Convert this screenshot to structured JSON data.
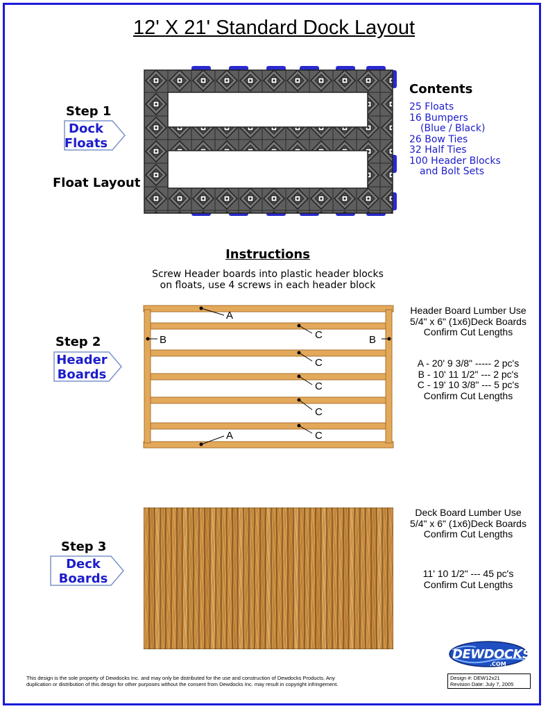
{
  "title": "12' X 21' Standard Dock Layout",
  "step1": {
    "label": "Step 1",
    "tag_line1": "Dock",
    "tag_line2": "Floats",
    "caption": "Float Layout"
  },
  "contents": {
    "title": "Contents",
    "items": [
      "25 Floats",
      "16 Bumpers",
      "(Blue / Black)",
      "26 Bow Ties",
      "32 Half Ties",
      "100 Header Blocks",
      "and Bolt Sets"
    ]
  },
  "instructions": {
    "title": "Instructions",
    "line1": "Screw Header boards into plastic header blocks",
    "line2": "on floats, use 4 screws in each header block"
  },
  "step2": {
    "label": "Step 2",
    "tag_line1": "Header",
    "tag_line2": "Boards",
    "spec_lines": [
      "Header Board Lumber Use",
      "5/4\" x 6\" (1x6)Deck Boards",
      "Confirm Cut Lengths"
    ],
    "cut_lines": [
      "A - 20' 9 3/8\" ----- 2 pc's",
      "B - 10' 11 1/2\" --- 2 pc's",
      "C - 19' 10 3/8\" --- 5 pc's",
      "Confirm Cut Lengths"
    ],
    "labels": {
      "a": "A",
      "b": "B",
      "c": "C"
    }
  },
  "step3": {
    "label": "Step 3",
    "tag_line1": "Deck",
    "tag_line2": "Boards",
    "spec_lines": [
      "Deck Board Lumber Use",
      "5/4\" x 6\" (1x6)Deck Boards",
      "Confirm Cut Lengths"
    ],
    "cut_lines": [
      "11' 10 1/2\" --- 45 pc's",
      "Confirm Cut Lengths"
    ]
  },
  "footer": {
    "line1": "This design is the sole property of Dewdocks Inc. and may only be distributed for the use and construction of Dewdocks Products. Any",
    "line2": "duplication or distribution of this design for other purposes without the consent from Dewdocks Inc. may result in copyright infringement.",
    "design_no": "Design #: DEW12x21",
    "revision": "Revision Date: July 7, 2005"
  },
  "logo": {
    "text": "DEWDOCKS",
    "sub": ".COM"
  },
  "colors": {
    "accent_blue": "#1c1ccc",
    "frame": "#1a1ad8",
    "wood": "#e3a95a",
    "wood_dark": "#a8702c",
    "float_gray": "#666666",
    "bumper_blue": "#2a2acf"
  }
}
